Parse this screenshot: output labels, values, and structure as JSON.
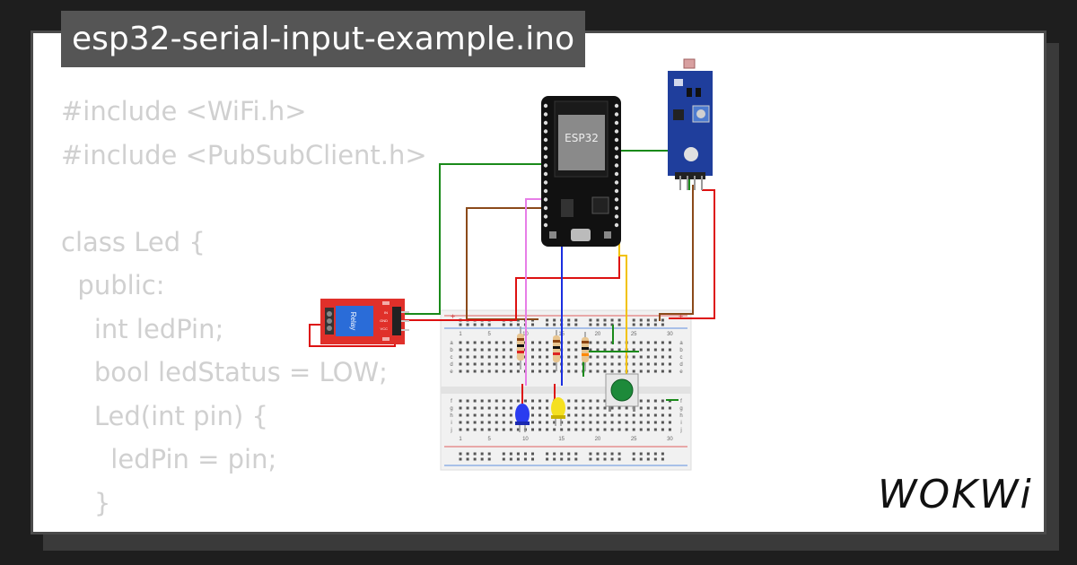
{
  "title": "esp32-serial-input-example.ino",
  "code_lines": [
    "#include <WiFi.h>",
    "#include <PubSubClient.h>",
    "",
    "class Led {",
    "  public:",
    "    int ledPin;",
    "    bool ledStatus = LOW;",
    "    Led(int pin) {",
    "      ledPin = pin;",
    "    }"
  ],
  "esp32_label": "ESP32",
  "relay_label": "Relay",
  "relay_pins": [
    "IN",
    "GND",
    "VCC"
  ],
  "breadboard": {
    "column_numbers": [
      "1",
      "5",
      "10",
      "15",
      "20",
      "25",
      "30"
    ],
    "row_letters_top": [
      "a",
      "b",
      "c",
      "d",
      "e"
    ],
    "row_letters_bottom": [
      "f",
      "g",
      "h",
      "i",
      "j"
    ]
  },
  "logo": "WOKWi",
  "colors": {
    "background": "#1e1e1e",
    "card": "#ffffff",
    "title_bg": "#555555",
    "code_text": "#d0d0d0",
    "wire_green": "#1a8a1a",
    "wire_brown": "#8b4a1a",
    "wire_red": "#dd1111",
    "wire_blue": "#1a2ee0",
    "wire_pink": "#e77ee7",
    "wire_yellow": "#f2c200",
    "led_blue": "#2a3cf0",
    "led_yellow": "#f5e020",
    "relay_red": "#e0302a",
    "button_green": "#1d8a3a"
  }
}
